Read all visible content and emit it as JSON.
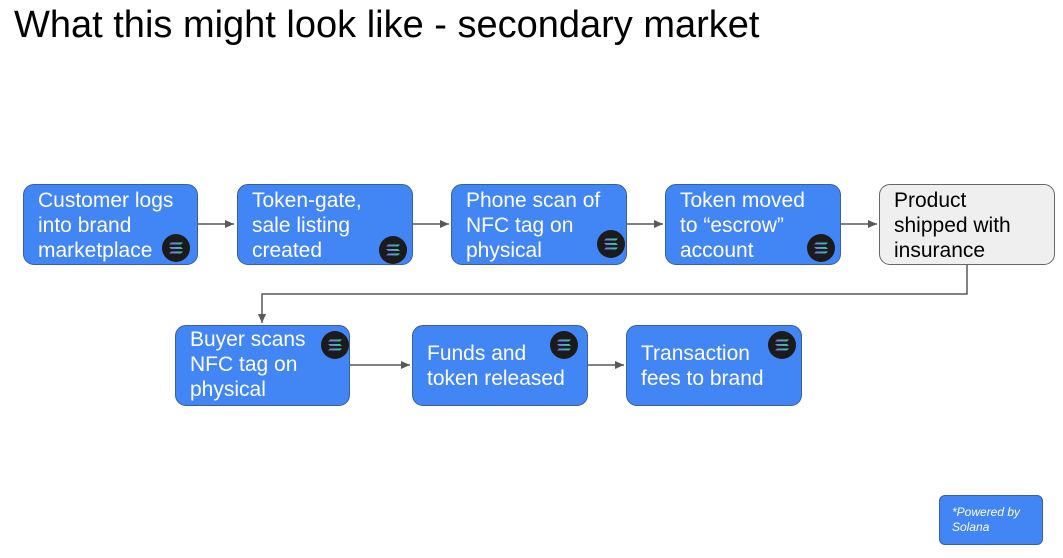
{
  "title": "What this might look like - secondary market",
  "steps": [
    {
      "lines": [
        "Customer logs",
        "into brand",
        "marketplace"
      ],
      "solana": true
    },
    {
      "lines": [
        "Token-gate,",
        "sale listing",
        "created"
      ],
      "solana": true
    },
    {
      "lines": [
        "Phone scan of",
        "NFC tag on",
        "physical"
      ],
      "solana": true
    },
    {
      "lines": [
        "Token moved",
        "to “escrow”",
        "account"
      ],
      "solana": true
    },
    {
      "lines": [
        "Product",
        "shipped with",
        "insurance"
      ],
      "solana": false
    },
    {
      "lines": [
        "Buyer scans",
        "NFC tag on",
        "physical"
      ],
      "solana": true
    },
    {
      "lines": [
        "Funds and",
        "token released"
      ],
      "solana": true
    },
    {
      "lines": [
        "Transaction",
        "fees to brand"
      ],
      "solana": true
    }
  ],
  "note": {
    "lines": [
      "*Powered by",
      "Solana"
    ]
  },
  "colors": {
    "box": "#4285f4",
    "box_grey": "#efefef",
    "connector": "#595959"
  },
  "icon": "solana-logo-icon"
}
